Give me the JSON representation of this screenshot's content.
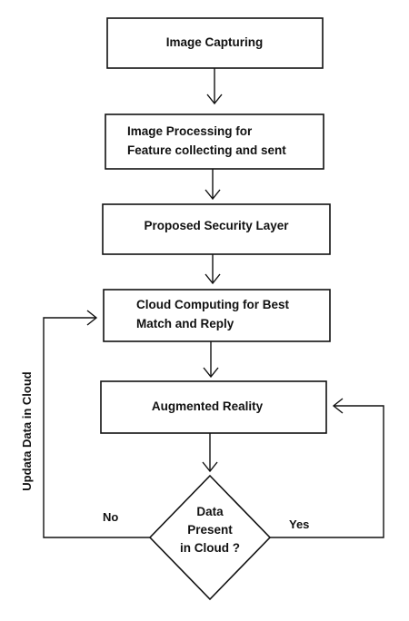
{
  "nodes": {
    "image_capturing": {
      "label": "Image Capturing"
    },
    "image_processing": {
      "line1": "Image Processing for",
      "line2": "Feature collecting  and sent"
    },
    "security_layer": {
      "label": "Proposed Security Layer"
    },
    "cloud_computing": {
      "line1": "Cloud Computing for Best",
      "line2": "Match and Reply"
    },
    "augmented_reality": {
      "label": "Augmented Reality"
    },
    "decision": {
      "line1": "Data",
      "line2": "Present",
      "line3": "in Cloud ?"
    }
  },
  "labels": {
    "no": "No",
    "yes": "Yes",
    "update_loop": "Updata Data in Cloud"
  }
}
